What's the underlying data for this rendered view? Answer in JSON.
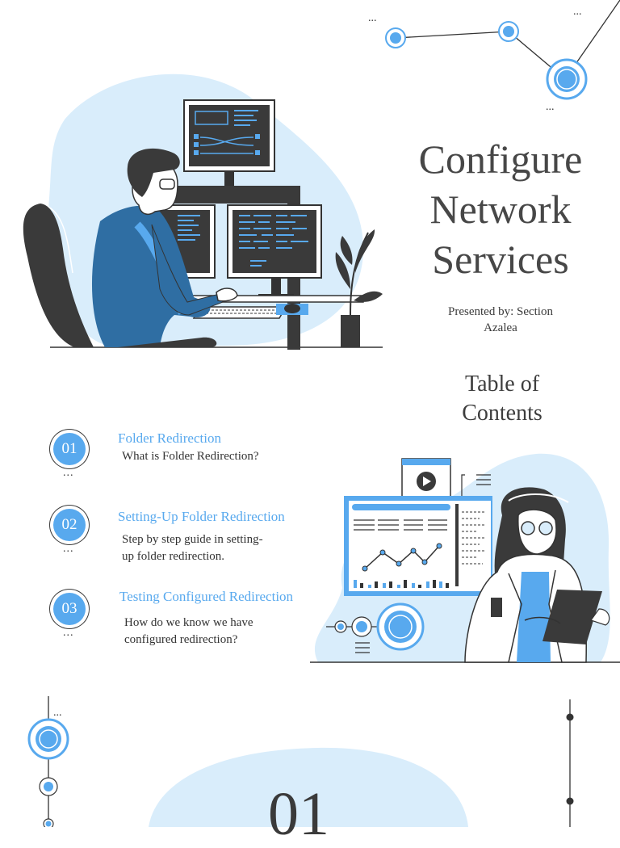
{
  "title": {
    "line1": "Configure",
    "line2": "Network",
    "line3": "Services",
    "presented_line1": "Presented by: Section",
    "presented_line2": "Azalea"
  },
  "toc": {
    "heading_line1": "Table of",
    "heading_line2": "Contents",
    "items": [
      {
        "number": "01",
        "heading": "Folder Redirection",
        "desc_line1": "What is Folder Redirection?",
        "desc_line2": ""
      },
      {
        "number": "02",
        "heading": "Setting-Up Folder Redirection",
        "desc_line1": "Step by step guide in setting-",
        "desc_line2": "up folder redirection."
      },
      {
        "number": "03",
        "heading": "Testing Configured Redirection",
        "desc_line1": "How do we know we have",
        "desc_line2": "configured redirection?"
      }
    ],
    "dots": "..."
  },
  "section": {
    "number": "01"
  },
  "colors": {
    "accent": "#58a9ee",
    "light_blue": "#d9edfb",
    "dark": "#3a3a3a",
    "mid_blue": "#2f6ea3"
  },
  "icons": {
    "illustration_1": "developer-at-computer-illustration",
    "illustration_2": "analyst-with-tablet-illustration",
    "network_nodes": "network-node-icon"
  }
}
